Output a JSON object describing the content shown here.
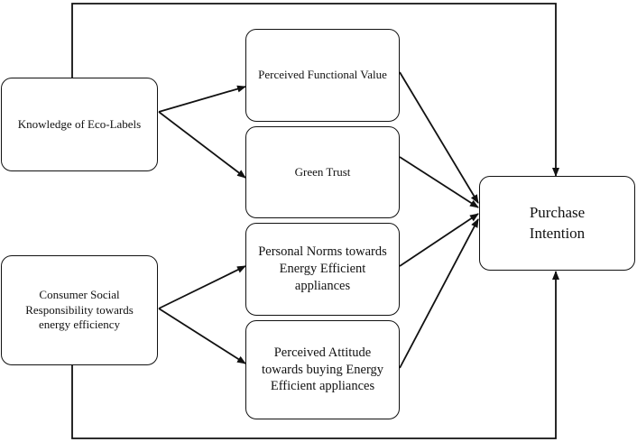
{
  "diagram": {
    "nodes": {
      "knowledge": {
        "label": "Knowledge of Eco-Labels"
      },
      "csr": {
        "label": "Consumer Social Responsibility towards energy efficiency"
      },
      "functional_value": {
        "label": "Perceived Functional Value"
      },
      "green_trust": {
        "label": "Green Trust"
      },
      "personal_norms": {
        "label": "Personal Norms towards Energy Efficient appliances"
      },
      "attitude": {
        "label": "Perceived Attitude towards buying Energy Efficient appliances"
      },
      "purchase_intention": {
        "label": "Purchase Intention"
      }
    },
    "edges": [
      {
        "from": "knowledge",
        "to": "functional_value"
      },
      {
        "from": "knowledge",
        "to": "green_trust"
      },
      {
        "from": "csr",
        "to": "personal_norms"
      },
      {
        "from": "csr",
        "to": "attitude"
      },
      {
        "from": "functional_value",
        "to": "purchase_intention"
      },
      {
        "from": "green_trust",
        "to": "purchase_intention"
      },
      {
        "from": "personal_norms",
        "to": "purchase_intention"
      },
      {
        "from": "attitude",
        "to": "purchase_intention"
      },
      {
        "from": "knowledge",
        "to": "purchase_intention"
      },
      {
        "from": "csr",
        "to": "purchase_intention"
      }
    ]
  }
}
